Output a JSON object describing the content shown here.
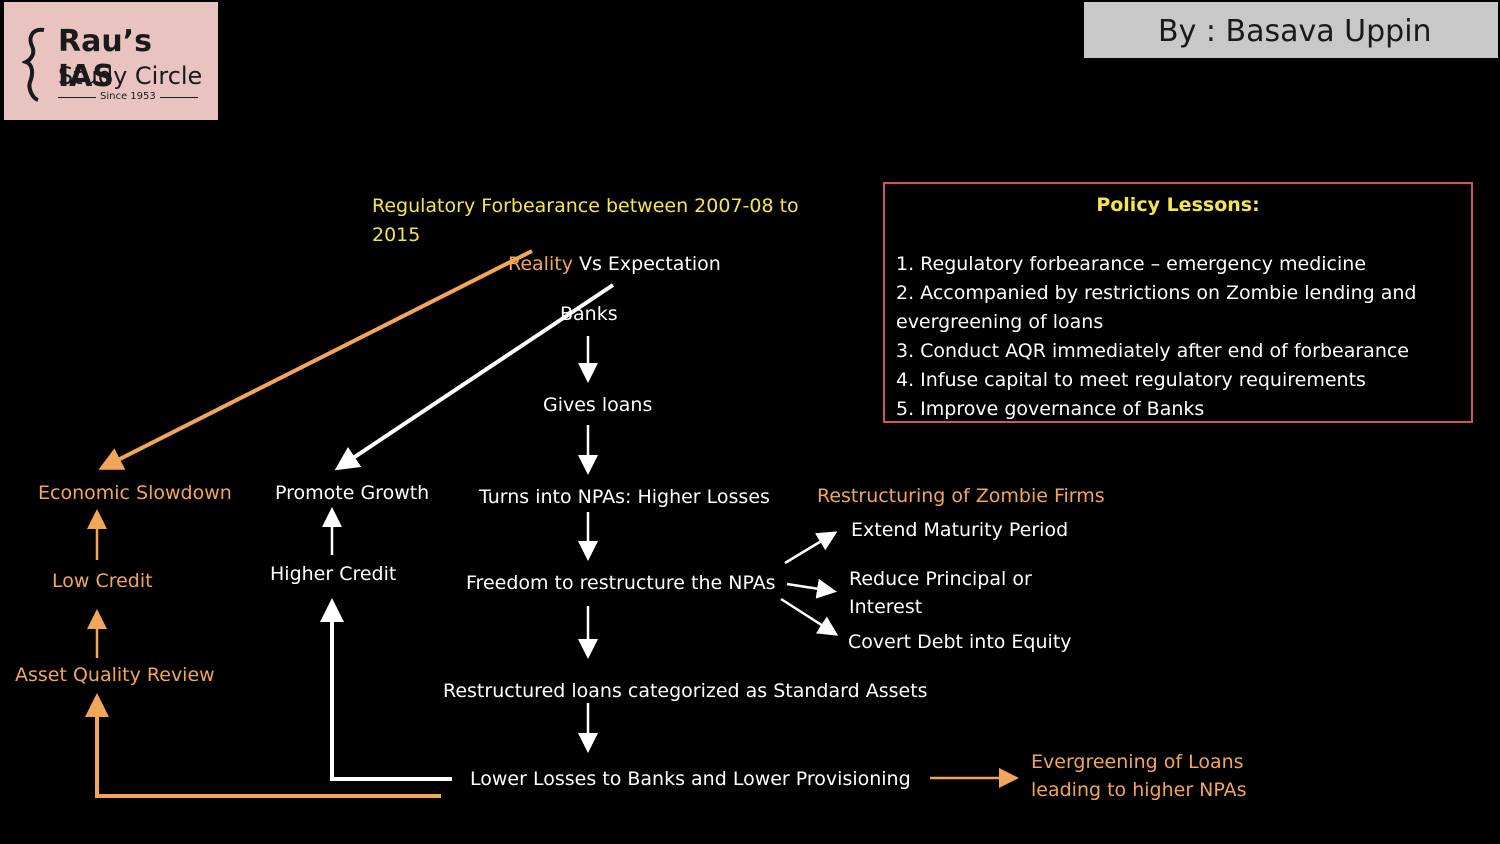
{
  "logo": {
    "line1": "Rau’s IAS",
    "line2": "Study Circle",
    "line3": "Since 1953"
  },
  "byline": "By : Basava Uppin",
  "heading": {
    "line1": "Regulatory Forbearance between 2007-08 to",
    "line2": "2015"
  },
  "reality_vs": {
    "reality": "Reality",
    "rest": " Vs Expectation"
  },
  "flow": {
    "banks": "Banks",
    "gives_loans": "Gives loans",
    "npas": "Turns into NPAs: Higher Losses",
    "freedom": "Freedom to restructure the NPAs",
    "restructured": "Restructured loans categorized as Standard Assets",
    "lower_losses": "Lower Losses to Banks and Lower Provisioning"
  },
  "left_reality": {
    "economic_slowdown": "Economic Slowdown",
    "low_credit": "Low Credit",
    "aqr": "Asset Quality Review"
  },
  "left_expectation": {
    "promote_growth": "Promote Growth",
    "higher_credit": "Higher Credit"
  },
  "restructuring": {
    "title": "Restructuring of Zombie Firms",
    "opt1": "Extend Maturity Period",
    "opt2_l1": "Reduce Principal or",
    "opt2_l2": "Interest",
    "opt3": "Covert Debt into Equity"
  },
  "evergreening": {
    "line1": "Evergreening of Loans",
    "line2": "leading to higher NPAs"
  },
  "policy": {
    "title": "Policy Lessons:",
    "items": [
      "1. Regulatory forbearance – emergency medicine",
      "2. Accompanied by restrictions on Zombie lending  and",
      "evergreening of loans",
      "3. Conduct AQR immediately after end of forbearance",
      "4. Infuse capital to meet regulatory requirements",
      "5. Improve governance of Banks"
    ]
  },
  "colors": {
    "white": "#ffffff",
    "orange": "#f2a65a",
    "yellow": "#f5e64b",
    "border": "#d45555"
  }
}
